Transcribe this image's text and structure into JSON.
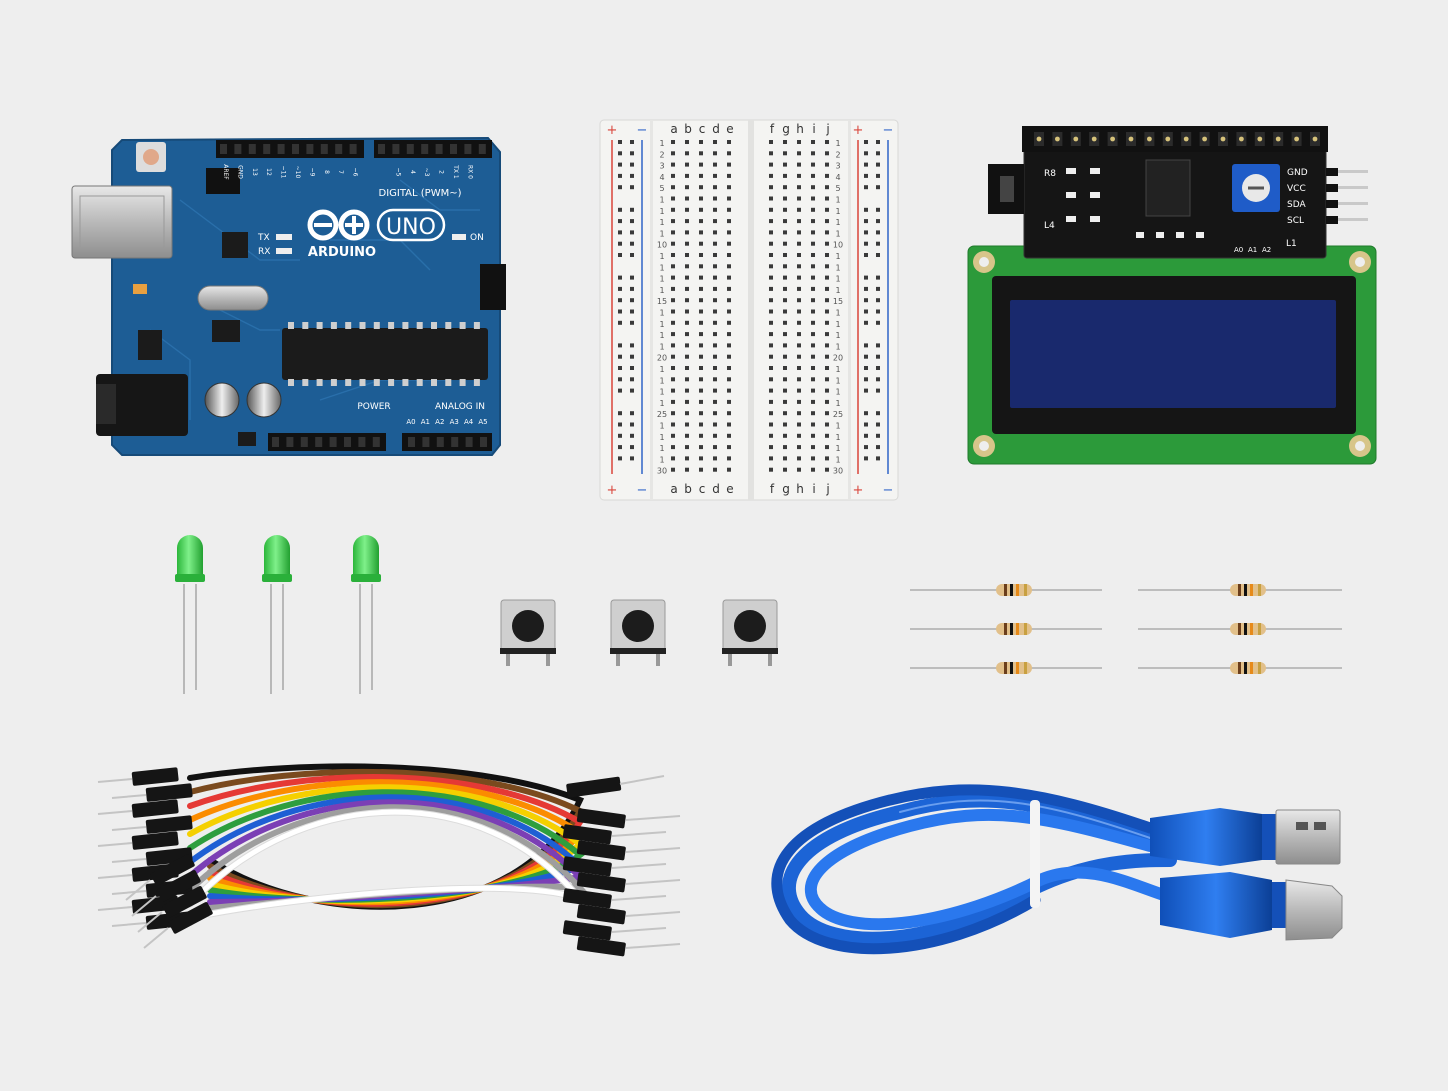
{
  "arduino": {
    "digital_label": "DIGITAL (PWM~)",
    "brand": "ARDUINO",
    "model": "UNO",
    "tx": "TX",
    "rx": "RX",
    "on": "ON",
    "power_label": "POWER",
    "analog_label": "ANALOG IN",
    "analog_pins": [
      "A0",
      "A1",
      "A2",
      "A3",
      "A4",
      "A5"
    ],
    "digital_pins": [
      "AREF",
      "GND",
      "13",
      "12",
      "~11",
      "~10",
      "~9",
      "8",
      "7",
      "~6",
      "~5",
      "4",
      "~3",
      "2",
      "TX 1",
      "RX 0"
    ]
  },
  "breadboard": {
    "plus": "+",
    "minus": "−",
    "cols_left": [
      "a",
      "b",
      "c",
      "d",
      "e"
    ],
    "cols_right": [
      "f",
      "g",
      "h",
      "i",
      "j"
    ],
    "row_labels": [
      "1",
      "2",
      "3",
      "4",
      "5",
      "1",
      "1",
      "1",
      "1",
      "10",
      "1",
      "1",
      "1",
      "1",
      "15",
      "1",
      "1",
      "1",
      "1",
      "20",
      "1",
      "1",
      "1",
      "1",
      "25",
      "1",
      "1",
      "1",
      "1",
      "30"
    ]
  },
  "lcd": {
    "i2c_pins": [
      "GND",
      "VCC",
      "SDA",
      "SCL"
    ],
    "board_marks": [
      "R8",
      "L4",
      "A0",
      "A1",
      "A2",
      "L1"
    ]
  },
  "colors": {
    "background": "#eeeeee",
    "arduino_blue": "#1d5d95",
    "lcd_green": "#2c9a3a",
    "lcd_screen": "#14225e",
    "breadboard": "#f4f4f2",
    "led_green": "#3ecf4a",
    "usb_blue": "#1c64d6"
  },
  "jumper_colors": [
    "#111111",
    "#7a4a1e",
    "#e53935",
    "#fb8c00",
    "#f5d000",
    "#2e9e3e",
    "#1e5fd4",
    "#7b3fb5",
    "#9e9e9e",
    "#ffffff"
  ]
}
